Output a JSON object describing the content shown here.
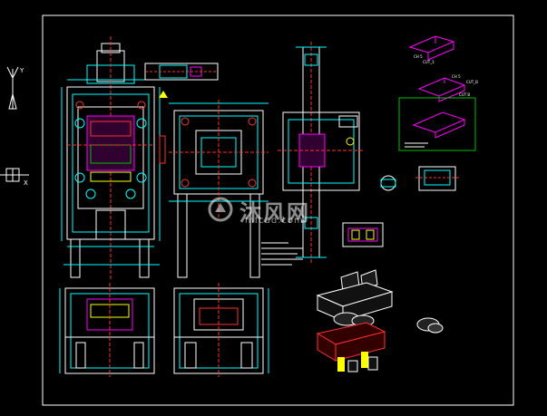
{
  "drawing": {
    "labels": {
      "ch_a": "CH 5",
      "cut_a": "CUT_1",
      "ch_b": "CH 5",
      "cut_b": "CUT_B",
      "cut_c": "CUT B"
    }
  },
  "ucs": {
    "x_axis": "X",
    "y_axis": "Y"
  },
  "watermark": {
    "brand": "沐风网",
    "url": "mfcad.com"
  },
  "colors": {
    "background": "#000000",
    "border": "#ffffff",
    "primary_lines": "#ffffff",
    "dimensions": "#00ffff",
    "parts_red": "#ff3030",
    "parts_magenta": "#ff00ff",
    "parts_green": "#00c000",
    "parts_yellow": "#ffff00",
    "parts_blue": "#3050ff"
  },
  "icons": {
    "ucs": "ucs-icon",
    "watermark_logo": "mfcad-logo"
  }
}
